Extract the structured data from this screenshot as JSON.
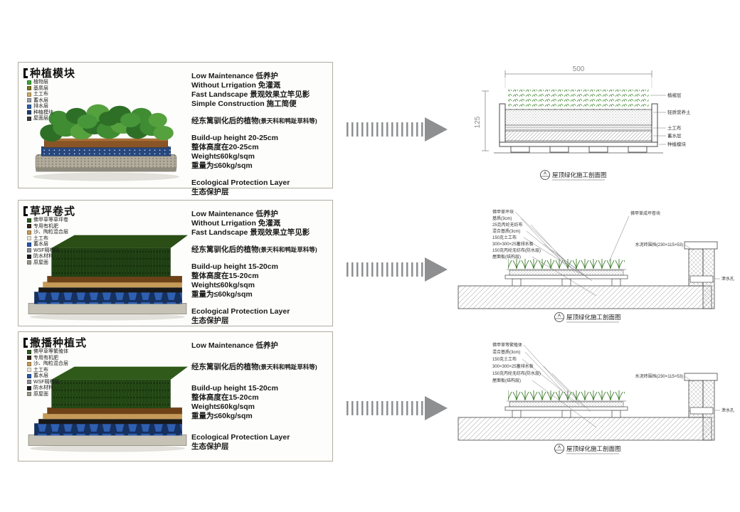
{
  "page": {
    "background": "#ffffff"
  },
  "arrow": {
    "color": "#8e8f91"
  },
  "sections": [
    {
      "title": "种植模块",
      "legend": [
        {
          "color": "#3aa437",
          "label": "植物层"
        },
        {
          "color": "#7d7322",
          "label": "基质层"
        },
        {
          "color": "#c9a868",
          "label": "土工布"
        },
        {
          "color": "#9aa0a6",
          "label": "蓄水层"
        },
        {
          "color": "#2e5fa3",
          "label": "排水层"
        },
        {
          "color": "#1f3f6e",
          "label": "种植模块"
        },
        {
          "color": "#3a3a3a",
          "label": "屋面层"
        }
      ],
      "features": [
        "Low Maintenance 低养护",
        "Without Lrrigation 免灌溉",
        "Fast Landscape 景观效果立竿见影",
        "Simple Construction 施工简便"
      ],
      "plants_main": "经东篱驯化后的植物",
      "plants_sub": "(景天科和鸭趾草科等)",
      "specs": [
        "Build-up height 20-25cm",
        "整体高度在20-25cm",
        "Weight≤60kg/sqm",
        "重量为≤60kg/sqm"
      ],
      "eco": [
        "Ecological Protection Layer",
        "生态保护层"
      ],
      "drawing": {
        "dim_top": "500",
        "dim_left": "125",
        "callouts": [
          "植被层",
          "轻质营养土",
          "土工布",
          "蓄水层",
          "种植模块"
        ],
        "caption_mark": "A",
        "caption": "屋顶绿化施工剖面图"
      }
    },
    {
      "title": "草坪卷式",
      "legend": [
        {
          "color": "#2d5a1e",
          "label": "佛甲草等草坪卷"
        },
        {
          "color": "#33261a",
          "label": "专用有机肥"
        },
        {
          "color": "#c49a5a",
          "label": "沙、陶粒混合层"
        },
        {
          "color": "#e9e4d8",
          "label": "土工布"
        },
        {
          "color": "#2a57a8",
          "label": "蓄水层"
        },
        {
          "color": "#8a8f94",
          "label": "WSF隔根层"
        },
        {
          "color": "#1c1c1c",
          "label": "防水材料"
        },
        {
          "color": "#9a968c",
          "label": "原屋面"
        }
      ],
      "features": [
        "Low Maintenance 低养护",
        "Without Lrrigation 免灌溉",
        "Fast Landscape 景观效果立竿见影"
      ],
      "plants_main": "经东篱驯化后的植物",
      "plants_sub": "(景天科和鸭趾草科等)",
      "specs": [
        "Build-up height 15-20cm",
        "整体高度在15-20cm",
        "Weight≤60kg/sqm",
        "重量为≤60kg/sqm"
      ],
      "eco": [
        "Ecological Protection Layer",
        "生态保护层"
      ],
      "drawing": {
        "stack": [
          "佛甲草坪块",
          "基质(3cm)",
          "25克丙纶无纺布",
          "混合基质(3cm)",
          "150克土工布",
          "300×300×25蓄排水板",
          "150克丙纶无纺布(防水层)",
          "屋面板(结构层)"
        ],
        "top_right": "佛甲草成坪卷块",
        "parapet": "水泥砖围挡(230×115×53)",
        "drain": "泄水孔",
        "caption_mark": "A",
        "caption": "屋顶绿化施工剖面图"
      }
    },
    {
      "title": "撒播种植式",
      "legend": [
        {
          "color": "#2d5a1e",
          "label": "佛甲草等繁殖体"
        },
        {
          "color": "#33261a",
          "label": "专用有机肥"
        },
        {
          "color": "#c49a5a",
          "label": "沙、陶粒混合层"
        },
        {
          "color": "#e9e4d8",
          "label": "土工布"
        },
        {
          "color": "#2a57a8",
          "label": "蓄水层"
        },
        {
          "color": "#8a8f94",
          "label": "WSF隔根层"
        },
        {
          "color": "#1c1c1c",
          "label": "防水材料"
        },
        {
          "color": "#9a968c",
          "label": "原屋面"
        }
      ],
      "features": [
        "Low Maintenance 低养护"
      ],
      "plants_main": "经东篱驯化后的植物",
      "plants_sub": "(景天科和鸭趾草科等)",
      "specs": [
        "Build-up height 15-20cm",
        "整体高度在15-20cm",
        "Weight≤60kg/sqm",
        "重量为≤60kg/sqm"
      ],
      "eco": [
        "Ecological Protection Layer",
        "生态保护层"
      ],
      "drawing": {
        "stack": [
          "佛甲草等繁殖体",
          "混合基质(3cm)",
          "150克土工布",
          "300×300×25蓄排水板",
          "150克丙纶无纺布(防水层)",
          "屋面板(结构层)"
        ],
        "parapet": "水泥砖围挡(230×115×53)",
        "drain": "泄水孔",
        "caption_mark": "A",
        "caption": "屋顶绿化施工剖面图"
      }
    }
  ]
}
